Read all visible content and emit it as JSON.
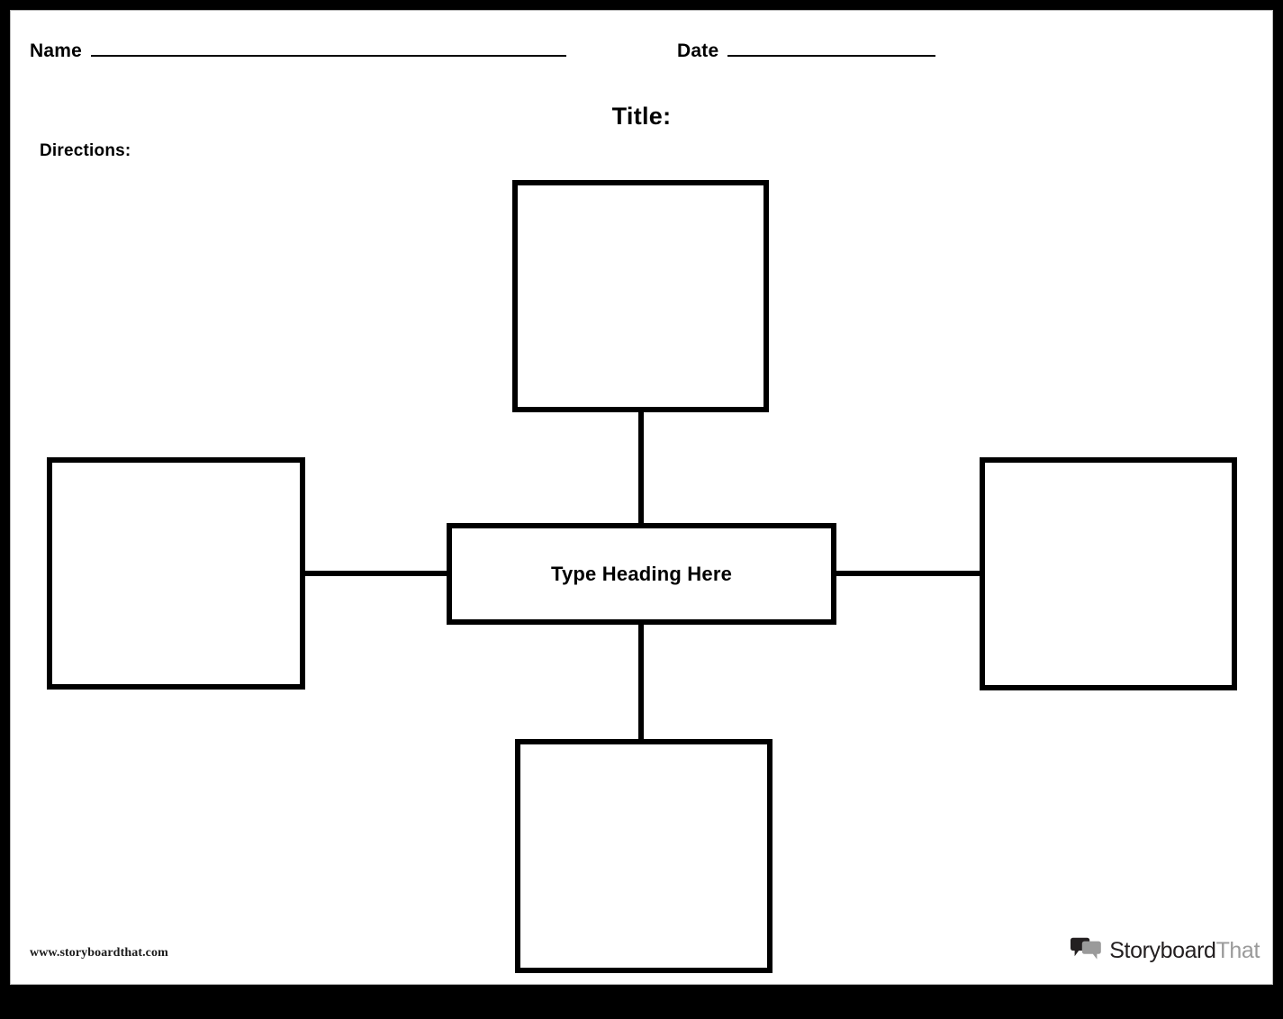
{
  "page": {
    "border_color": "#000000",
    "sheet_color": "#ffffff"
  },
  "header": {
    "name_label": "Name",
    "name_value": "",
    "name_placeholder": "",
    "date_label": "Date",
    "date_value": "",
    "date_placeholder": ""
  },
  "title": {
    "text": "Title:"
  },
  "directions": {
    "label": "Directions:"
  },
  "diagram": {
    "type": "spider-web-concept-map",
    "center": {
      "name": "center-heading-box",
      "text": "Type Heading Here"
    },
    "branches": [
      {
        "name": "top-box",
        "position": "top",
        "text": ""
      },
      {
        "name": "left-box",
        "position": "left",
        "text": ""
      },
      {
        "name": "right-box",
        "position": "right",
        "text": ""
      },
      {
        "name": "bottom-box",
        "position": "bottom",
        "text": ""
      }
    ],
    "stroke_color": "#000000"
  },
  "footer": {
    "url": "www.storyboardthat.com",
    "logo": {
      "icon": "speech-bubbles-icon",
      "word_primary": "Storyboard",
      "word_secondary": "That",
      "color_primary": "#231f20",
      "color_secondary": "#9a9a9a"
    }
  }
}
